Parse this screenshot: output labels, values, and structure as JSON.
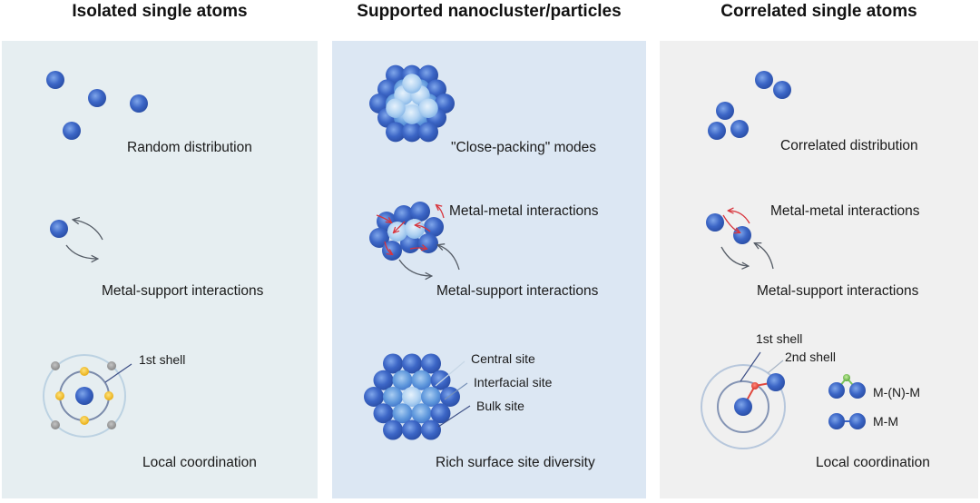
{
  "columns": [
    {
      "title": "Isolated single atoms",
      "rows": [
        {
          "caption": "Random distribution"
        },
        {
          "caption": "Metal-support interactions"
        },
        {
          "caption": "Local coordination",
          "annotations": [
            "1st shell"
          ]
        }
      ]
    },
    {
      "title": "Supported nanocluster/particles",
      "rows": [
        {
          "caption": "\"Close-packing\" modes"
        },
        {
          "caption": "Metal-support interactions",
          "annotations": [
            "Metal-metal interactions"
          ]
        },
        {
          "caption": "Rich surface site diversity",
          "annotations": [
            "Central site",
            "Interfacial site",
            "Bulk site"
          ]
        }
      ]
    },
    {
      "title": "Correlated single atoms",
      "rows": [
        {
          "caption": "Correlated distribution"
        },
        {
          "caption": "Metal-support interactions",
          "annotations": [
            "Metal-metal interactions"
          ]
        },
        {
          "caption": "Local coordination",
          "annotations": [
            "1st shell",
            "2nd shell",
            "M-(N)-M",
            "M-M"
          ]
        }
      ]
    }
  ],
  "colors": {
    "panel_isolated": "#e6eef1",
    "panel_nanocluster": "#dce7f3",
    "panel_correlated": "#f0f0f0",
    "atom_metal": "#3b64c4",
    "atom_coordination": "#f2c12e",
    "atom_outer": "#9a9a9a",
    "atom_nitrogen": "#7cc45a",
    "bond_red": "#e0483e",
    "arrow_red": "#d8343c",
    "arrow_gray": "#555c66"
  }
}
